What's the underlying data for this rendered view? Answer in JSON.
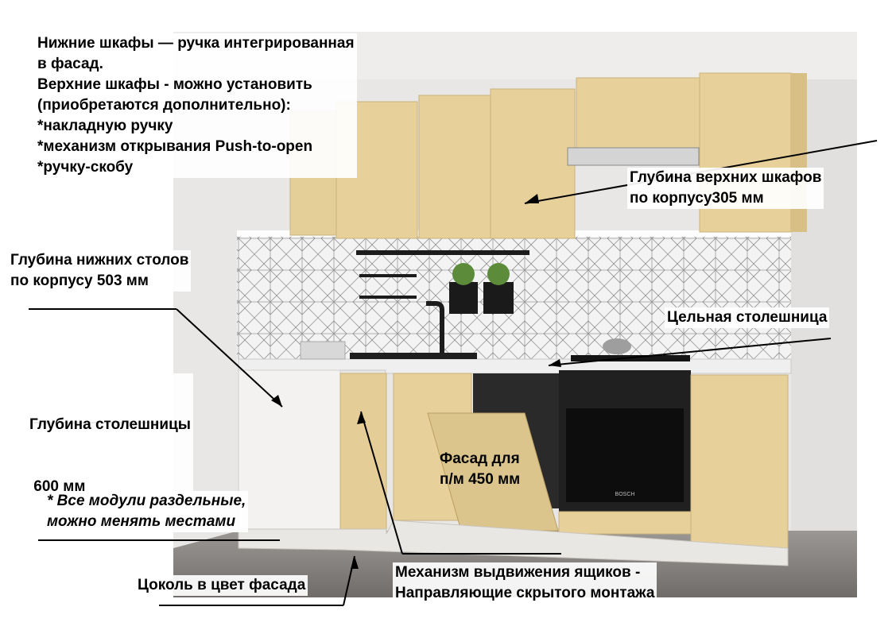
{
  "colors": {
    "facade": "#e7d09a",
    "wall": "#eceaea",
    "floor": "#7f7c78",
    "cabinet_white": "#f4f2f0",
    "appliance": "#222222",
    "annotation_line": "#000000"
  },
  "annotations": {
    "top_left": [
      "Нижние шкафы — ручка интегрированная",
      "в фасад.",
      "Верхние шкафы - можно установить",
      "(приобретаются дополнительно):",
      "*накладную ручку",
      "*механизм открывания Push-to-open",
      "*ручку-скобу"
    ],
    "upper_depth": [
      "Глубина верхних шкафов",
      "по корпусу305 мм"
    ],
    "lower_depth": [
      "Глубина нижних столов",
      "по корпусу 503 мм"
    ],
    "worktop_solid": "Цельная столешница",
    "worktop_depth": [
      "Глубина столешницы",
      " 600 мм"
    ],
    "dishwasher_facade": [
      "Фасад для",
      "п/м 450 мм"
    ],
    "modules_note": [
      "* Все модули раздельные,",
      "можно менять местами"
    ],
    "plinth": "Цоколь в цвет фасада",
    "drawers": [
      "Механизм выдвижения ящиков -",
      "Направляющие скрытого монтажа"
    ]
  },
  "appliance_text": {
    "oven_brand": "BOSCH"
  }
}
